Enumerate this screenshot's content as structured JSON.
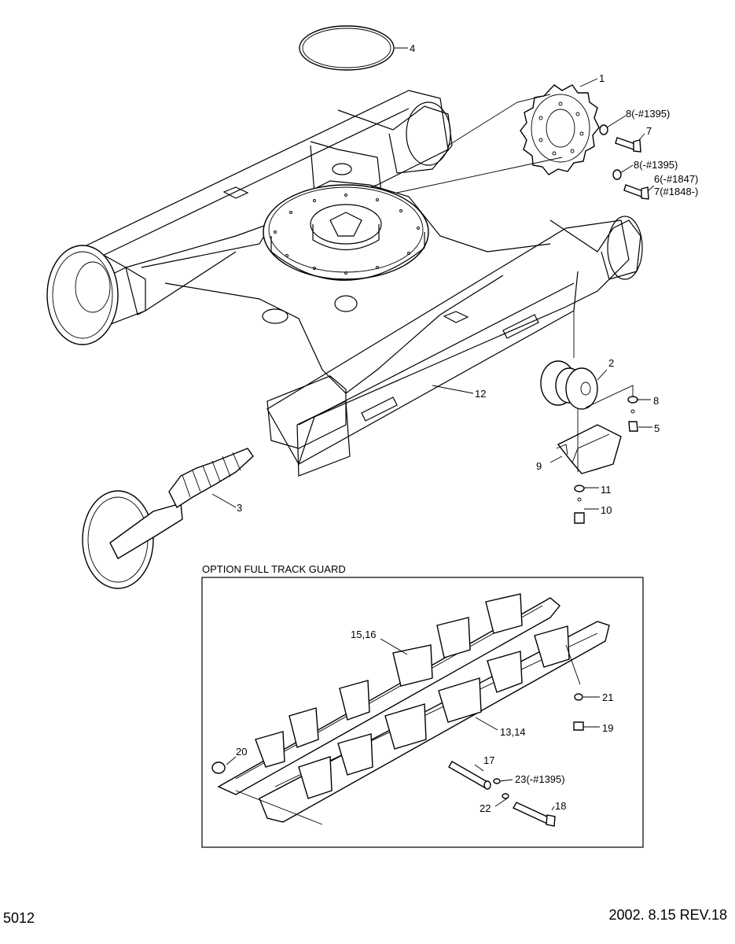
{
  "callouts": {
    "c1": "1",
    "c2": "2",
    "c3": "3",
    "c4": "4",
    "c5": "5",
    "c6": "6(-#1847)",
    "c7": "7",
    "c7b": "7(#1848-)",
    "c8a": "8(-#1395)",
    "c8b": "8(-#1395)",
    "c8c": "8",
    "c9": "9",
    "c10": "10",
    "c11": "11",
    "c12": "12",
    "c13": "13,14",
    "c15": "15,16",
    "c17": "17",
    "c18": "18",
    "c19": "19",
    "c20": "20",
    "c21": "21",
    "c22": "22",
    "c23": "23(-#1395)"
  },
  "option_box": {
    "title": "OPTION FULL TRACK GUARD"
  },
  "footer": {
    "page_number": "5012",
    "revision": "2002. 8.15  REV.18"
  }
}
